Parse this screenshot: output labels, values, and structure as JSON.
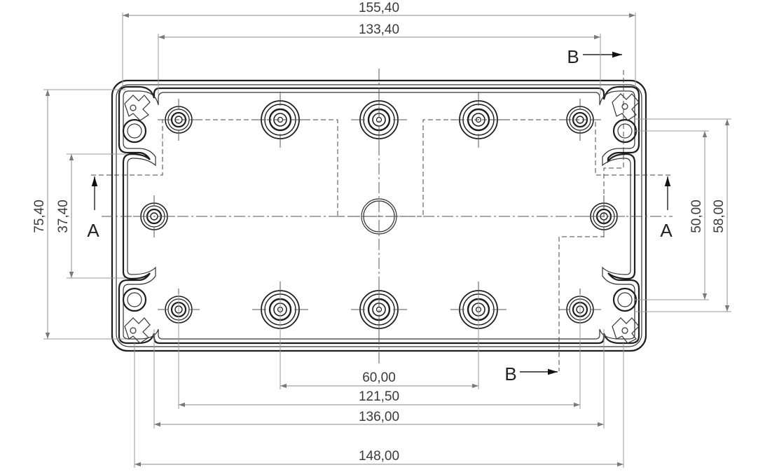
{
  "dimensions": {
    "top_outer": "155,40",
    "top_inner": "133,40",
    "bottom_60": "60,00",
    "bottom_121": "121,50",
    "bottom_136": "136,00",
    "bottom_148": "148,00",
    "left_75": "75,40",
    "left_37": "37,40",
    "right_50": "50,00",
    "right_58": "58,00"
  },
  "section_labels": {
    "a_left": "A",
    "a_right": "A",
    "b_top": "B",
    "b_bottom": "B"
  }
}
